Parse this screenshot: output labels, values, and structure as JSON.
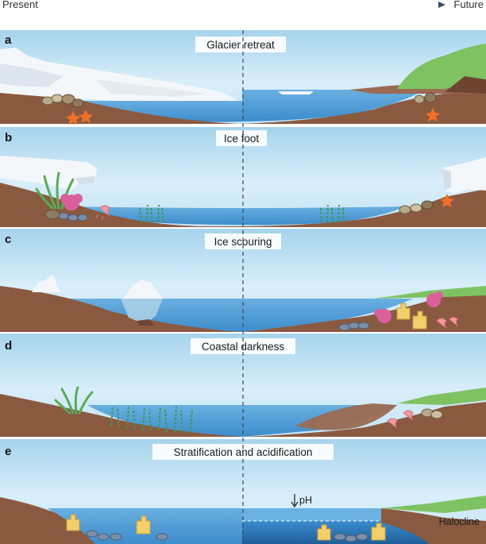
{
  "timeline": {
    "start": "Present",
    "end": "Future"
  },
  "panels": [
    {
      "letter": "a",
      "title": "Glacier retreat"
    },
    {
      "letter": "b",
      "title": "Ice foot"
    },
    {
      "letter": "c",
      "title": "Ice scouring"
    },
    {
      "letter": "d",
      "title": "Coastal darkness"
    },
    {
      "letter": "e",
      "title": "Stratification and acidification",
      "annotations": {
        "ph": "pH",
        "halocline": "Halocline"
      }
    }
  ],
  "colors": {
    "sky_top": "#a9d6ee",
    "sky_mid": "#d7eefa",
    "water": "#5aa3d8",
    "water_deep": "#2d7fc0",
    "seabed": "#8a5a40",
    "seabed_dark": "#6e4431",
    "ice": "#f4f7fa",
    "ice_shadow": "#d3dfe8",
    "vegetation": "#7ec262",
    "kelp": "#3f9a4a",
    "starfish": "#f07028",
    "anemone": "#d9609a",
    "coral": "#f2cf6a",
    "mussel": "#7d8fa8",
    "shrimp": "#f29aa0",
    "divider": "#3b4a5e",
    "arrow": "#3b4a5e"
  }
}
